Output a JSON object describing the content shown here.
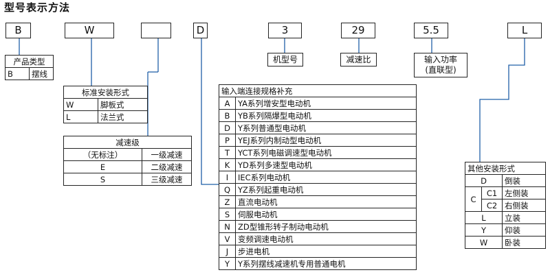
{
  "title": "型号表示方法",
  "codes": {
    "b": "B",
    "w": "W",
    "blank": "",
    "d": "D",
    "three": "3",
    "ratio": "29",
    "power": "5.5",
    "l": "L"
  },
  "product_type": {
    "header": "产品类型",
    "code": "B",
    "name": "摆线"
  },
  "mount_standard": {
    "header": "标准安装形式",
    "rows": [
      {
        "code": "W",
        "name": "脚板式"
      },
      {
        "code": "L",
        "name": "法兰式"
      }
    ]
  },
  "stage": {
    "header": "减速级",
    "rows": [
      {
        "code": "（无标注）",
        "name": "一级减速"
      },
      {
        "code": "E",
        "name": "二级减速"
      },
      {
        "code": "S",
        "name": "三级减速"
      }
    ]
  },
  "input_end": {
    "header": "输入端连接规格补充",
    "rows": [
      {
        "code": "A",
        "name": "YA系列增安型电动机"
      },
      {
        "code": "B",
        "name": "YB系列隔爆型电动机"
      },
      {
        "code": "D",
        "name": "Y系列普通型电动机"
      },
      {
        "code": "P",
        "name": "YEJ系列内制动型电动机"
      },
      {
        "code": "T",
        "name": "YCT系列电磁调速型电动机"
      },
      {
        "code": "K",
        "name": "YD系列多速型电动机"
      },
      {
        "code": "I",
        "name": "IEC系列电动机"
      },
      {
        "code": "Q",
        "name": "YZ系列起重电动机"
      },
      {
        "code": "Z",
        "name": "直流电动机"
      },
      {
        "code": "S",
        "name": "伺服电动机"
      },
      {
        "code": "N",
        "name": "ZD型锥形转子制动电动机"
      },
      {
        "code": "V",
        "name": "变频调速电动机"
      },
      {
        "code": "J",
        "name": "步进电机"
      },
      {
        "code": "Y",
        "name": "Y系列摆线减速机专用普通电机"
      }
    ]
  },
  "frame_label": "机型号",
  "ratio_label": "减速比",
  "power_label": {
    "line1": "输入功率",
    "line2": "(直联型)"
  },
  "mount_other": {
    "header": "其他安装形式",
    "rows": [
      {
        "code": "D",
        "name": "倒装"
      },
      {
        "code": "C1",
        "name": "左侧装"
      },
      {
        "code": "C2",
        "name": "右侧装"
      },
      {
        "code": "L",
        "name": "立装"
      },
      {
        "code": "Y",
        "name": "仰装"
      },
      {
        "code": "W",
        "name": "卧装"
      }
    ],
    "group_code": "C"
  }
}
